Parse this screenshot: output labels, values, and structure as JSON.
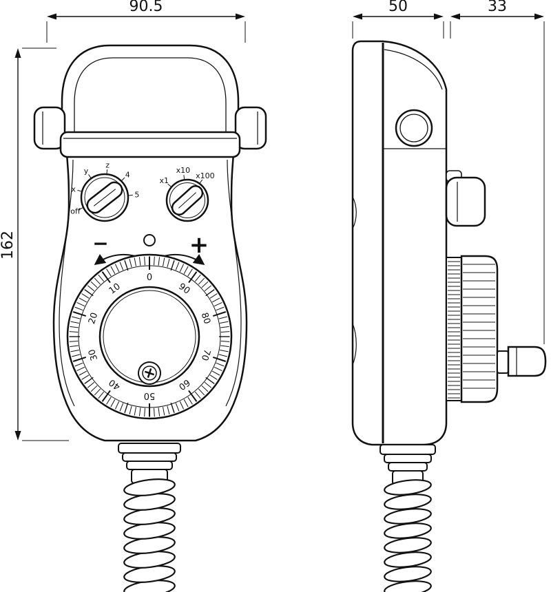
{
  "dimensions": {
    "front_width": "90.5",
    "front_height": "162",
    "side_depth": "50",
    "crank_length": "33"
  },
  "front": {
    "axis_selector_labels": [
      "off",
      "x",
      "y",
      "z",
      "4",
      "5"
    ],
    "multiplier_labels": [
      "x1",
      "x10",
      "x100"
    ],
    "minus": "−",
    "plus": "+",
    "dial_numbers": [
      0,
      10,
      20,
      30,
      40,
      50,
      60,
      70,
      80,
      90
    ]
  }
}
